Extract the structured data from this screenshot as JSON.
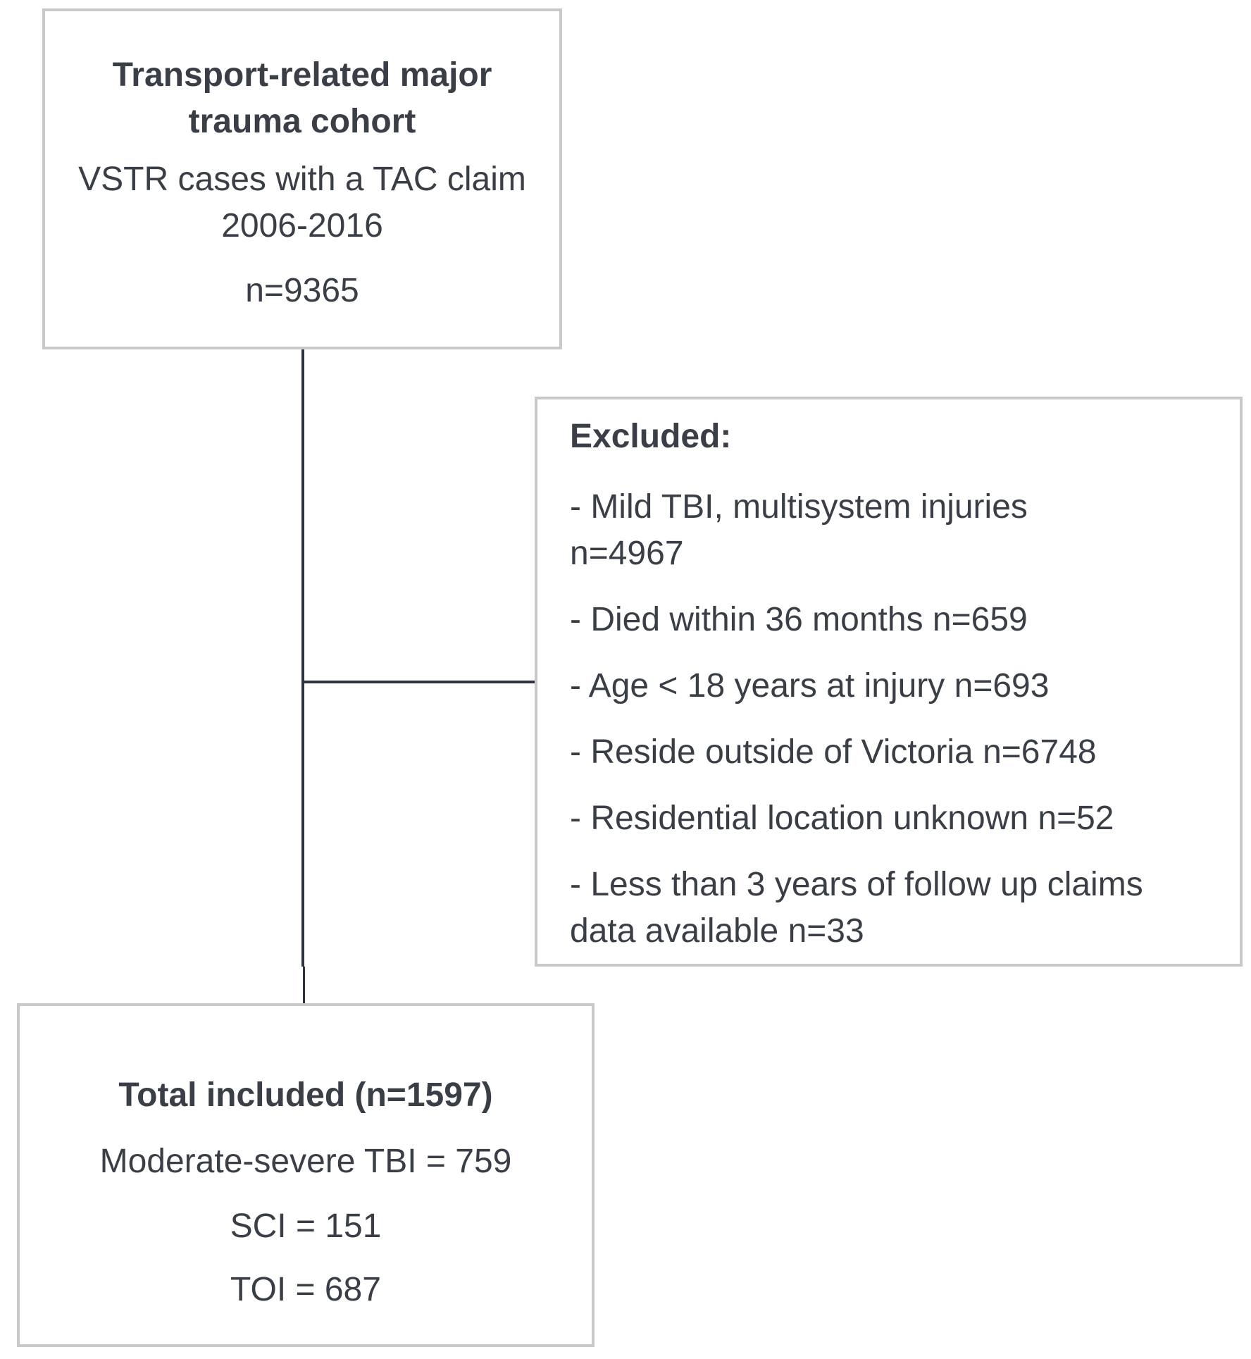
{
  "cohort": {
    "title_line1": "Transport-related major",
    "title_line2": "trauma cohort",
    "desc_line1": "VSTR cases with a TAC claim",
    "desc_line2": "2006-2016",
    "count": "n=9365"
  },
  "excluded": {
    "heading": "Excluded:",
    "items": [
      "- Mild TBI, multisystem injuries",
      "n=4967",
      "- Died within 36 months n=659",
      "- Age < 18 years at injury n=693",
      "- Reside outside of Victoria n=6748",
      "- Residential location unknown n=52",
      "- Less than 3 years of follow up claims",
      "data available n=33"
    ]
  },
  "included": {
    "heading": "Total included (n=1597)",
    "lines": [
      "Moderate-severe TBI = 759",
      "SCI = 151",
      "TOI = 687"
    ]
  }
}
